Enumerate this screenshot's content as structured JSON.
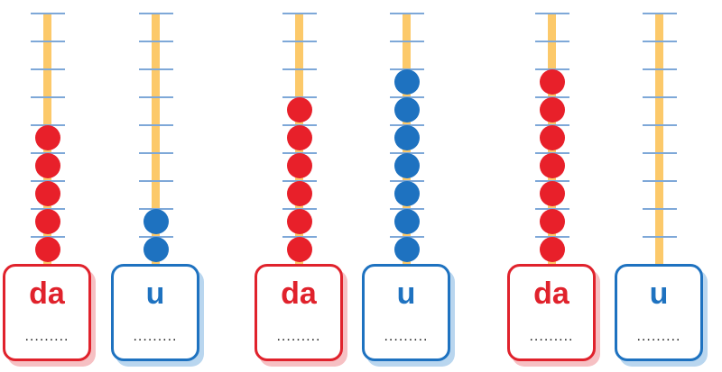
{
  "colors": {
    "tens": "#e8202a",
    "units": "#1e72c0",
    "rod": "#fcc96a",
    "tick": "#7ea8d8"
  },
  "abaci": [
    {
      "label": "da",
      "color": "red",
      "beads": 5,
      "answer": "........."
    },
    {
      "label": "u",
      "color": "blue",
      "beads": 2,
      "answer": "........."
    },
    {
      "label": "da",
      "color": "red",
      "beads": 6,
      "answer": "........."
    },
    {
      "label": "u",
      "color": "blue",
      "beads": 7,
      "answer": "........."
    },
    {
      "label": "da",
      "color": "red",
      "beads": 7,
      "answer": "........."
    },
    {
      "label": "u",
      "color": "blue",
      "beads": 0,
      "answer": "........."
    }
  ]
}
